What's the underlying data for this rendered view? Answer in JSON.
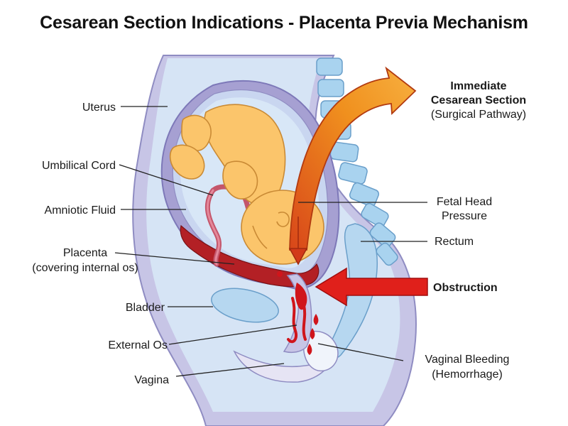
{
  "title": "Cesarean Section Indications - Placenta Previa Mechanism",
  "labels": {
    "uterus": "Uterus",
    "umbilical_cord": "Umbilical Cord",
    "amniotic_fluid": "Amniotic Fluid",
    "placenta_line1": "Placenta",
    "placenta_line2": "(covering internal os)",
    "bladder": "Bladder",
    "external_os": "External Os",
    "vagina": "Vagina",
    "immediate_line1": "Immediate",
    "immediate_line2": "Cesarean Section",
    "immediate_line3": "(Surgical Pathway)",
    "fetal_head_line1": "Fetal Head",
    "fetal_head_line2": "Pressure",
    "rectum": "Rectum",
    "obstruction": "Obstruction",
    "bleeding_line1": "Vaginal Bleeding",
    "bleeding_line2": "(Hemorrhage)"
  },
  "colors": {
    "body_outline": "#a9a7d3",
    "body_fill": "#c7c5e6",
    "uterus_wall": "#a6a0d2",
    "uterus_inner": "#c9d6f0",
    "amniotic": "#d8e7f7",
    "fetus": "#fbc56b",
    "fetus_outline": "#c98a35",
    "placenta": "#b32025",
    "spine": "#a9d3ef",
    "organ": "#b6d7f0",
    "obstruction_arrow": "#e0201b",
    "surgical_arrow": "#f08a1c",
    "blood": "#d0151b"
  }
}
